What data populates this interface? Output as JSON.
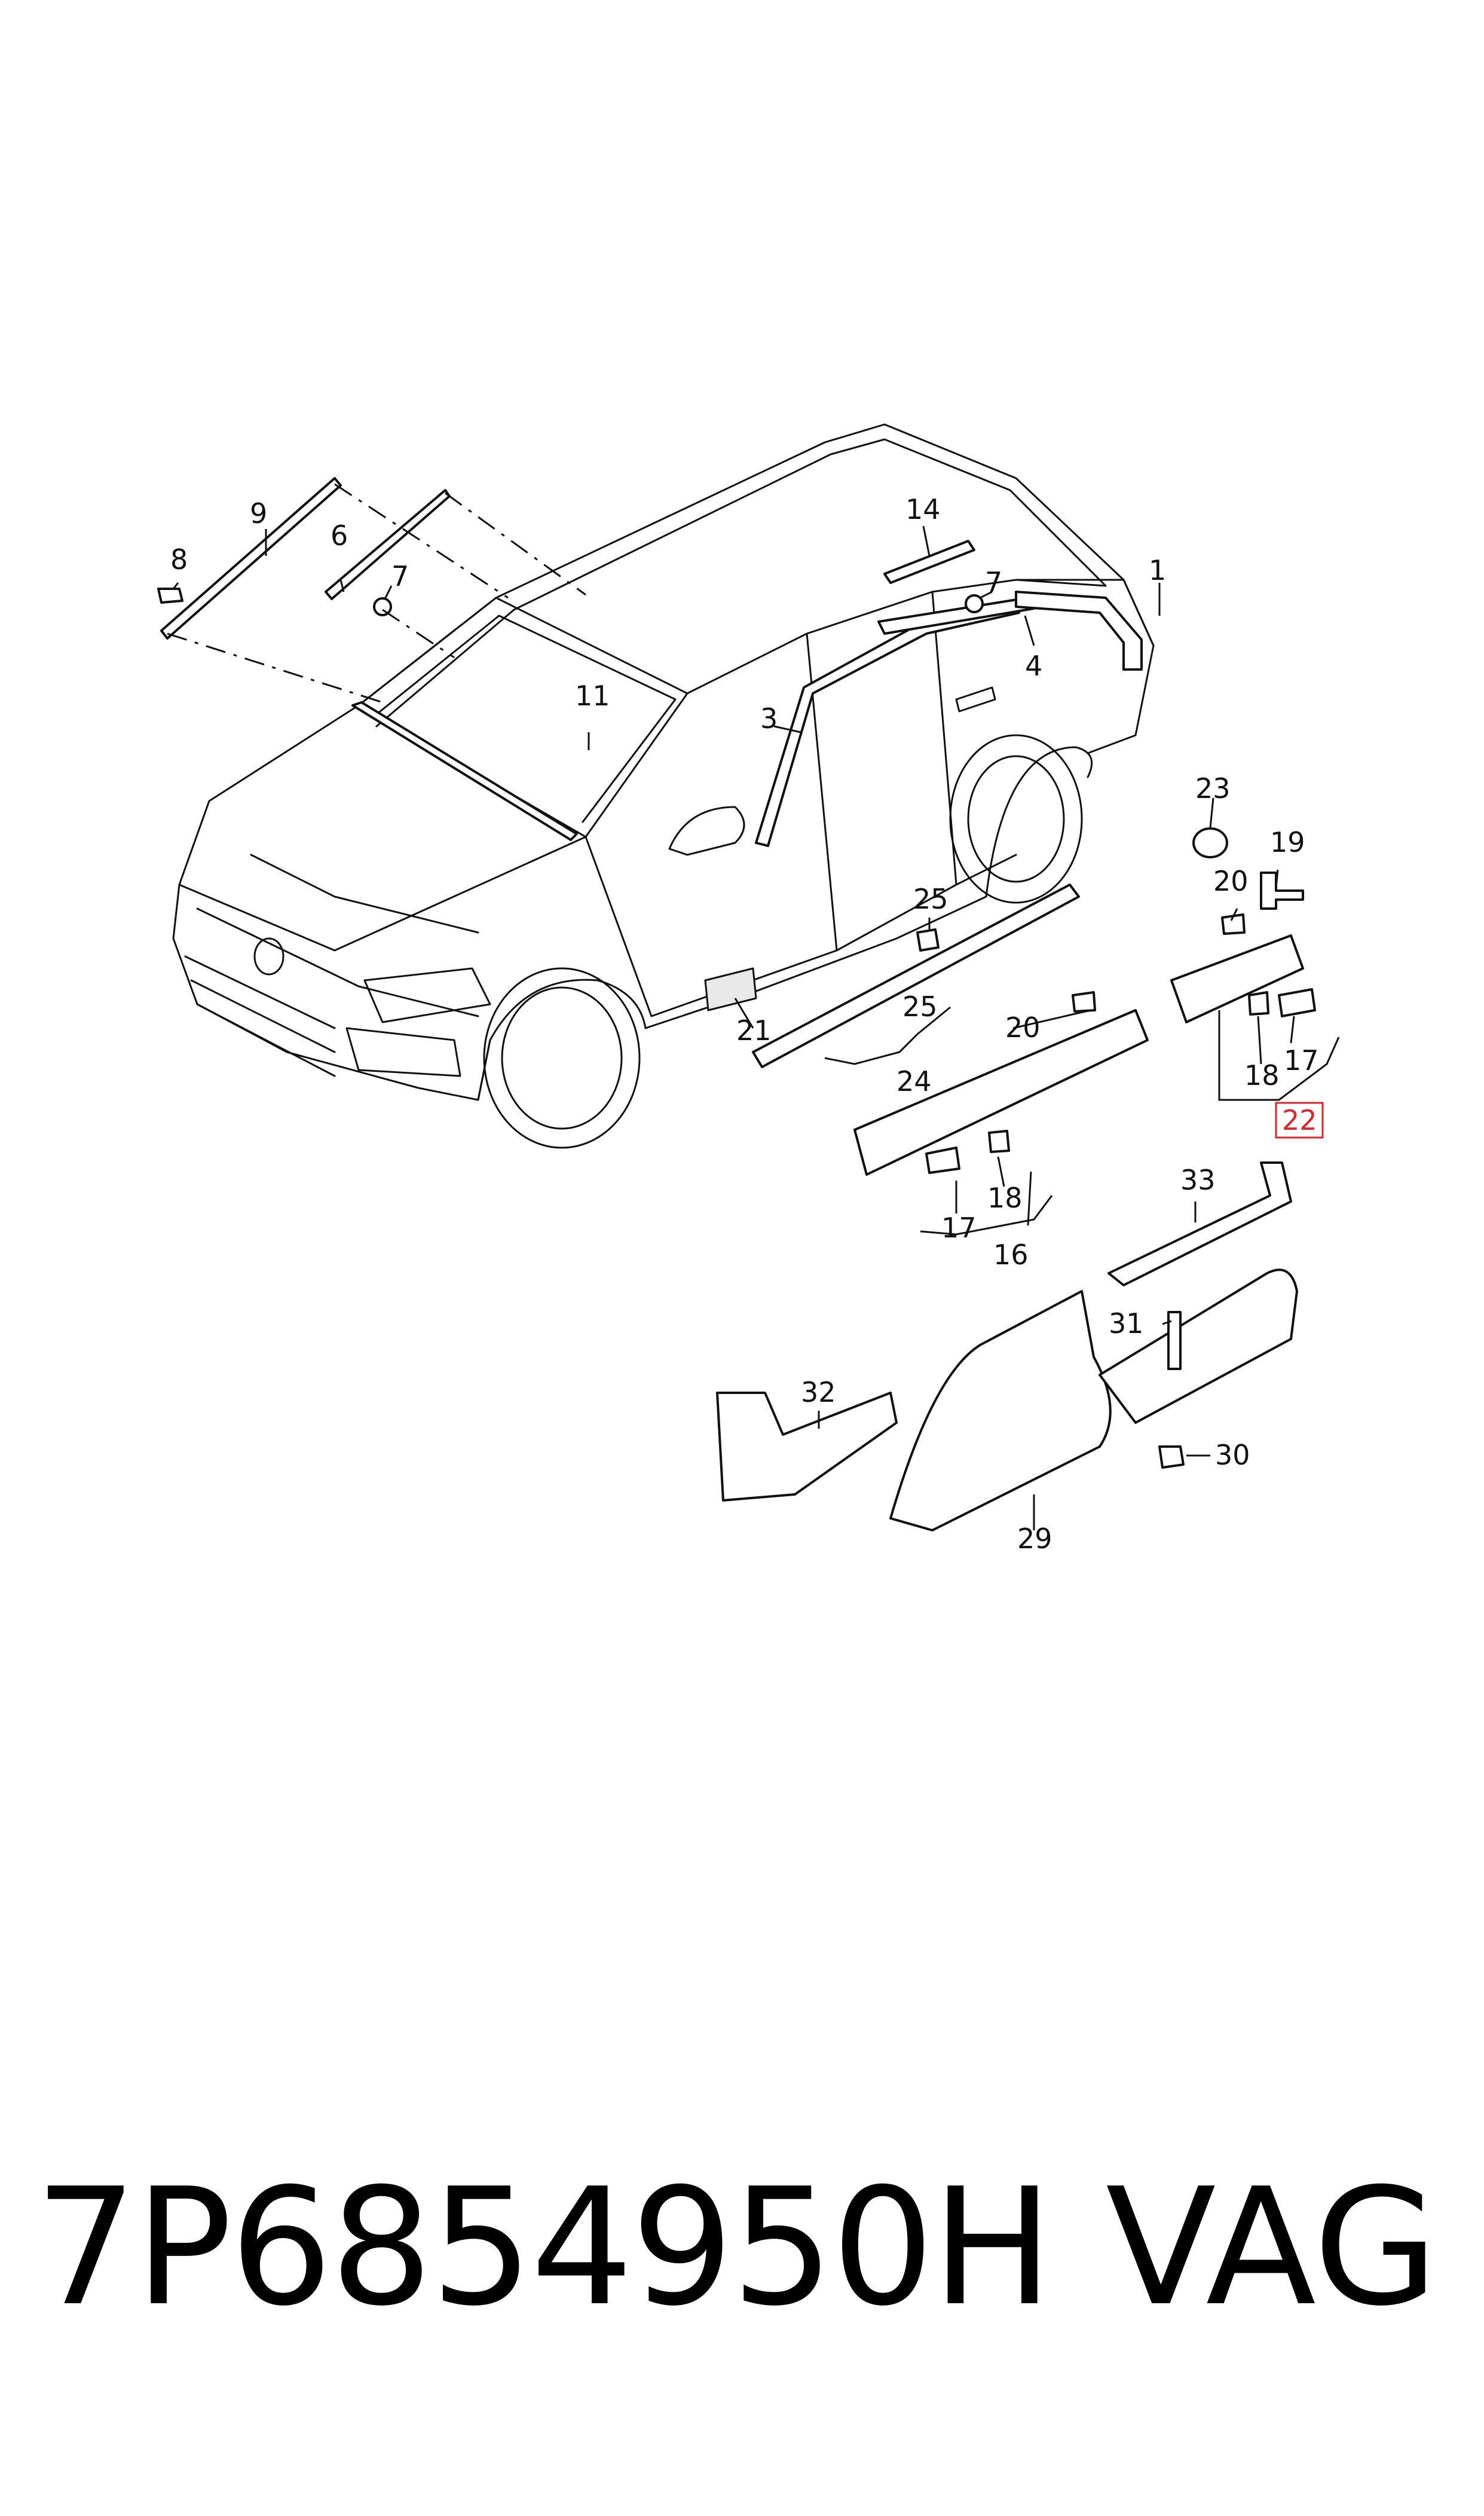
{
  "footer": {
    "part_number": "7P6854950H",
    "brand": "VAG"
  },
  "callouts": {
    "c1": "1",
    "c3": "3",
    "c4": "4",
    "c6": "6",
    "c7a": "7",
    "c7b": "7",
    "c8": "8",
    "c9": "9",
    "c11": "11",
    "c14": "14",
    "c16": "16",
    "c17a": "17",
    "c17b": "17",
    "c18a": "18",
    "c18b": "18",
    "c19": "19",
    "c20a": "20",
    "c20b": "20",
    "c21": "21",
    "c22": "22",
    "c23": "23",
    "c24": "24",
    "c25a": "25",
    "c25b": "25",
    "c29": "29",
    "c30": "30",
    "c31": "31",
    "c32": "32",
    "c33": "33"
  },
  "highlight": {
    "label": "22",
    "color": "#d9262b"
  }
}
